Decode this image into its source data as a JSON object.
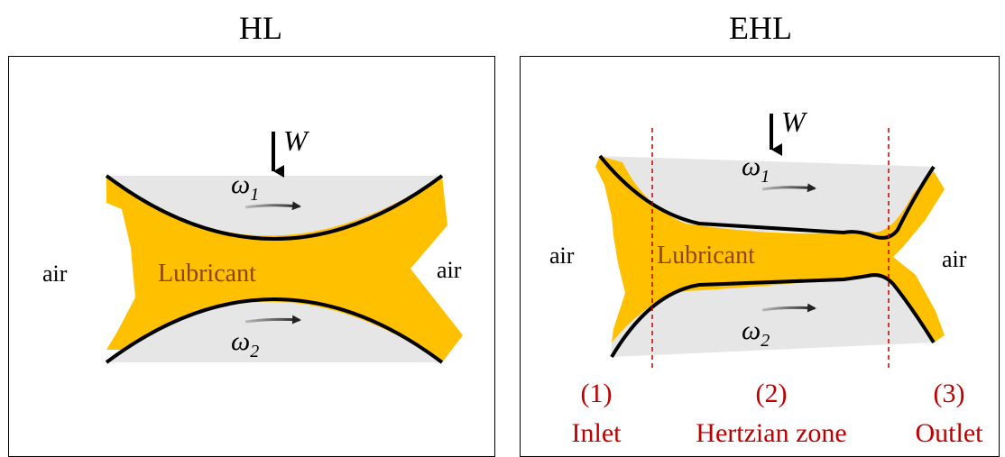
{
  "hl": {
    "title": "HL",
    "load_label": "W",
    "omega1": "ω",
    "omega1_sub": "1",
    "omega2": "ω",
    "omega2_sub": "2",
    "lubricant": "Lubricant",
    "air_left": "air",
    "air_right": "air"
  },
  "ehl": {
    "title": "EHL",
    "load_label": "W",
    "omega1": "ω",
    "omega1_sub": "1",
    "omega2": "ω",
    "omega2_sub": "2",
    "lubricant": "Lubricant",
    "air_left": "air",
    "air_right": "air",
    "zones": [
      {
        "number": "(1)",
        "name": "Inlet"
      },
      {
        "number": "(2)",
        "name": "Hertzian zone"
      },
      {
        "number": "(3)",
        "name": "Outlet"
      }
    ]
  },
  "colors": {
    "lubricant": "#FFC000",
    "surface": "#E6E6E6",
    "zone_text": "#C00000",
    "lubricant_text": "#8B4513",
    "divider": "#C00000"
  }
}
